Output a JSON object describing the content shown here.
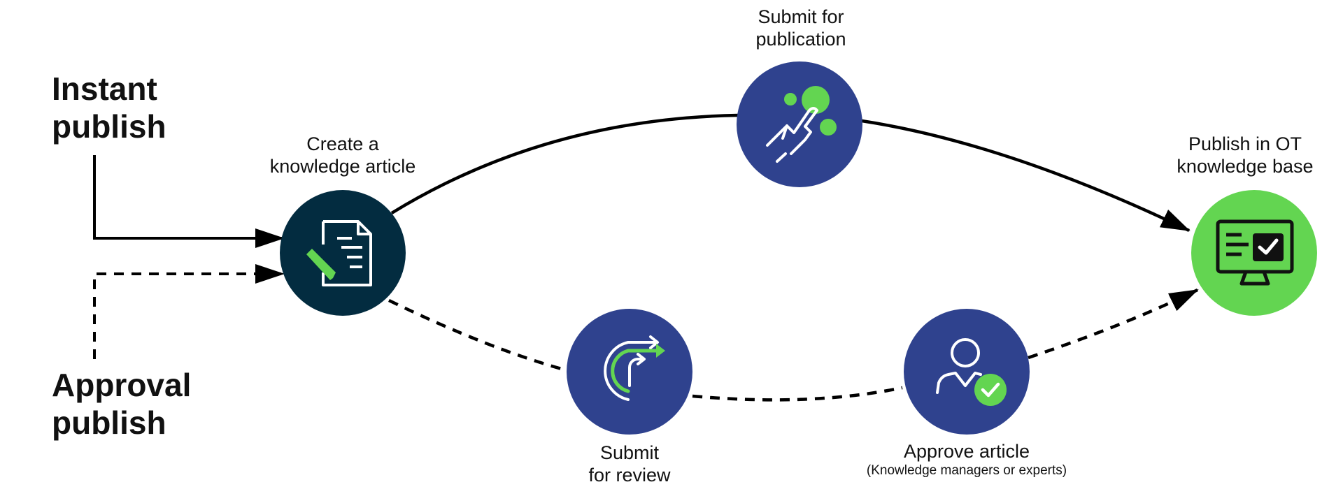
{
  "colors": {
    "navy": "#2f428e",
    "dark_teal": "#032c40",
    "green": "#63d551",
    "line": "#000000"
  },
  "paths": {
    "instant": {
      "label_line1": "Instant",
      "label_line2": "publish",
      "style": "solid"
    },
    "approval": {
      "label_line1": "Approval",
      "label_line2": "publish",
      "style": "dashed"
    }
  },
  "nodes": {
    "create": {
      "line1": "Create a",
      "line2": "knowledge article",
      "icon": "document-edit-icon"
    },
    "submit_publication": {
      "line1": "Submit for",
      "line2": "publication",
      "icon": "hand-tap-icon"
    },
    "publish": {
      "line1": "Publish in OT",
      "line2": "knowledge base",
      "icon": "monitor-check-icon"
    },
    "submit_review": {
      "line1": "Submit",
      "line2": "for review",
      "icon": "redo-arrow-icon"
    },
    "approve": {
      "line1": "Approve article",
      "line2": "(Knowledge managers or experts)",
      "icon": "user-check-icon"
    }
  }
}
